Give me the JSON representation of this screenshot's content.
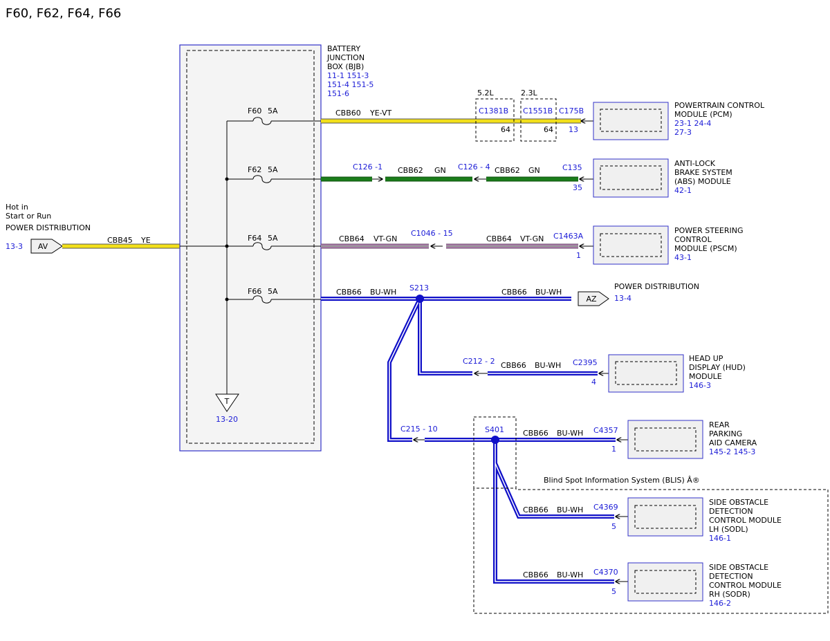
{
  "page_title": "F60, F62, F64, F66",
  "source": {
    "line1": "Hot in",
    "line2": "Start or Run",
    "label": "POWER DISTRIBUTION",
    "ref": "13-3",
    "connector": "AV",
    "circuit": "CBB45",
    "color": "YE"
  },
  "bjb": {
    "lines": [
      "BATTERY",
      "JUNCTION",
      "BOX (BJB)"
    ],
    "refs": [
      "11-1   151-3",
      "151-4   151-5",
      "151-6"
    ],
    "ground_label": "T",
    "ground_ref": "13-20"
  },
  "fuses": [
    {
      "name": "F60",
      "rating": "5A"
    },
    {
      "name": "F62",
      "rating": "5A"
    },
    {
      "name": "F64",
      "rating": "5A"
    },
    {
      "name": "F66",
      "rating": "5A"
    }
  ],
  "pcm_circuit": {
    "circuit": "CBB60",
    "color": "YE-VT",
    "variant_a": "5.2L",
    "variant_b": "2.3L",
    "conn_a": "C1381B",
    "pin_a": "64",
    "conn_b": "C1551B",
    "pin_b": "64",
    "conn_c": "C175B",
    "pin_c": "13",
    "module": [
      "POWERTRAIN CONTROL",
      "MODULE (PCM)"
    ],
    "refs": [
      "23-1    24-4",
      "27-3"
    ]
  },
  "abs_circuit": {
    "inline1": "C126  -1",
    "circuit1": "CBB62",
    "color1": "GN",
    "inline2": "C126  - 4",
    "circuit2": "CBB62",
    "color2": "GN",
    "conn": "C135",
    "pin": "35",
    "module": [
      "ANTI-LOCK",
      "BRAKE SYSTEM",
      "(ABS) MODULE"
    ],
    "refs": [
      "42-1"
    ]
  },
  "pscm_circuit": {
    "circuit1": "CBB64",
    "color1": "VT-GN",
    "inline": "C1046  - 15",
    "circuit2": "CBB64",
    "color2": "VT-GN",
    "conn": "C1463A",
    "pin": "1",
    "module": [
      "POWER STEERING",
      "CONTROL",
      "MODULE (PSCM)"
    ],
    "refs": [
      "43-1"
    ]
  },
  "hud_feed": {
    "circuit1": "CBB66",
    "color1": "BU-WH",
    "splice": "S213",
    "circuit2": "CBB66",
    "color2": "BU-WH",
    "connector": "AZ",
    "dest_label": "POWER DISTRIBUTION",
    "dest_ref": "13-4"
  },
  "hud_branch": {
    "inline": "C212  - 2",
    "circuit": "CBB66",
    "color": "BU-WH",
    "conn": "C2395",
    "pin": "4",
    "module": [
      "HEAD UP",
      "DISPLAY (HUD)",
      "MODULE"
    ],
    "refs": [
      "146-3"
    ]
  },
  "camera_branch": {
    "inline": "C215  - 10",
    "splice": "S401",
    "circuit": "CBB66",
    "color": "BU-WH",
    "conn": "C4357",
    "pin": "1",
    "module": [
      "REAR",
      "PARKING",
      "AID CAMERA"
    ],
    "refs": [
      "145-2   145-3"
    ]
  },
  "blis": {
    "label": "Blind Spot Information System (BLIS) Â®",
    "sodl": {
      "circuit": "CBB66",
      "color": "BU-WH",
      "conn": "C4369",
      "pin": "5",
      "module": [
        "SIDE OBSTACLE",
        "DETECTION",
        "CONTROL MODULE",
        "LH (SODL)"
      ],
      "refs": [
        "146-1"
      ]
    },
    "sodr": {
      "circuit": "CBB66",
      "color": "BU-WH",
      "conn": "C4370",
      "pin": "5",
      "module": [
        "SIDE OBSTACLE",
        "DETECTION",
        "CONTROL MODULE",
        "RH (SODR)"
      ],
      "refs": [
        "146-2"
      ]
    }
  },
  "colors": {
    "wire_yellow": "#f2e01a",
    "wire_green": "#1a7d1a",
    "wire_violet_green": "#b07db0",
    "wire_blue_white": "#1010c8",
    "label_blue": "#1a1ad6",
    "box_fill": "#f0f0f0",
    "box_border": "#3030c8"
  }
}
